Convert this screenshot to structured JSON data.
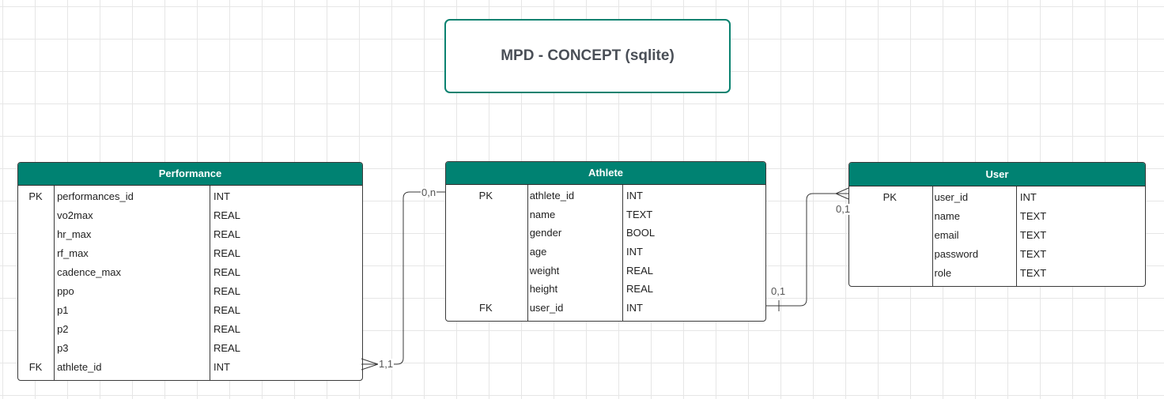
{
  "title": "MPD - CONCEPT (sqlite)",
  "colors": {
    "header": "#008272",
    "title_border": "#0a8270",
    "line": "#3a3a3a"
  },
  "entities": {
    "performance": {
      "name": "Performance",
      "rows": [
        {
          "key": "PK",
          "name": "performances_id",
          "type": "INT"
        },
        {
          "key": "",
          "name": "vo2max",
          "type": "REAL"
        },
        {
          "key": "",
          "name": "hr_max",
          "type": "REAL"
        },
        {
          "key": "",
          "name": "rf_max",
          "type": "REAL"
        },
        {
          "key": "",
          "name": "cadence_max",
          "type": "REAL"
        },
        {
          "key": "",
          "name": "ppo",
          "type": "REAL"
        },
        {
          "key": "",
          "name": "p1",
          "type": "REAL"
        },
        {
          "key": "",
          "name": "p2",
          "type": "REAL"
        },
        {
          "key": "",
          "name": "p3",
          "type": "REAL"
        },
        {
          "key": "FK",
          "name": "athlete_id",
          "type": "INT"
        }
      ]
    },
    "athlete": {
      "name": "Athlete",
      "rows": [
        {
          "key": "PK",
          "name": "athlete_id",
          "type": "INT"
        },
        {
          "key": "",
          "name": "name",
          "type": "TEXT"
        },
        {
          "key": "",
          "name": "gender",
          "type": "BOOL"
        },
        {
          "key": "",
          "name": "age",
          "type": "INT"
        },
        {
          "key": "",
          "name": "weight",
          "type": "REAL"
        },
        {
          "key": "",
          "name": "height",
          "type": "REAL"
        },
        {
          "key": "FK",
          "name": "user_id",
          "type": "INT"
        }
      ]
    },
    "user": {
      "name": "User",
      "rows": [
        {
          "key": "PK",
          "name": "user_id",
          "type": "INT"
        },
        {
          "key": "",
          "name": "name",
          "type": "TEXT"
        },
        {
          "key": "",
          "name": "email",
          "type": "TEXT"
        },
        {
          "key": "",
          "name": "password",
          "type": "TEXT"
        },
        {
          "key": "",
          "name": "role",
          "type": "TEXT"
        }
      ]
    }
  },
  "relations": {
    "performance_athlete": {
      "from_card": "1,1",
      "to_card": "0,n"
    },
    "athlete_user": {
      "from_card": "0,1",
      "to_card": "0,1"
    }
  }
}
